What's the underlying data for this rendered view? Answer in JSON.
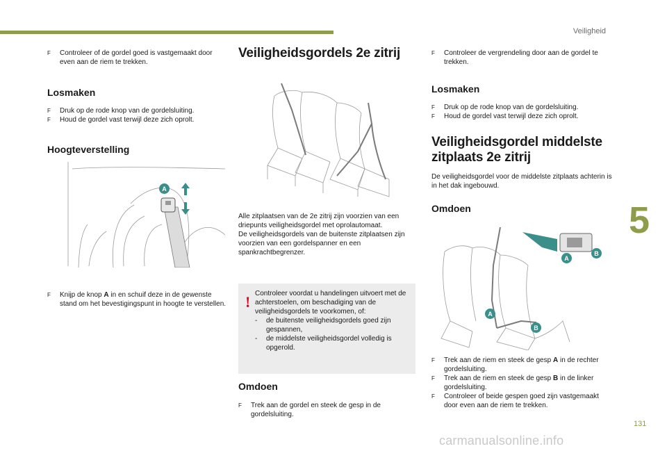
{
  "header": {
    "section": "Veiligheid"
  },
  "footer": {
    "page_number": "131",
    "watermark": "carmanualsonline.info",
    "chapter_number": "5"
  },
  "bullet_marker": "F",
  "col1": {
    "intro_bullet": "Controleer of de gordel goed is vastgemaakt door even aan de riem te trekken.",
    "losmaken": {
      "heading": "Losmaken",
      "bullets": [
        "Druk op de rode knop van de gordelsluiting.",
        "Houd de gordel vast terwijl deze zich oprolt."
      ]
    },
    "hoogte": {
      "heading": "Hoogteverstelling",
      "badge": "A",
      "bullet_pre": "Knijp de knop ",
      "bullet_bold": "A",
      "bullet_post": " in en schuif deze in de gewenste stand om het bevestigingspunt in hoogte te verstellen."
    }
  },
  "col2": {
    "heading": "Veiligheidsgordels 2e zitrij",
    "para1": "Alle zitplaatsen van de 2e zitrij zijn voorzien van een driepunts veiligheidsgordel met oprolautomaat.",
    "para2": "De veiligheidsgordels van de buitenste zitplaatsen zijn voorzien van een gordelspanner en een spankrachtbegrenzer.",
    "warning": {
      "icon": "!",
      "text": "Controleer voordat u handelingen uitvoert met de achterstoelen, om beschadiging van de veiligheidsgordels te voorkomen, of:",
      "dash": "-",
      "items": [
        "de buitenste veiligheidsgordels goed zijn gespannen,",
        "de middelste veiligheidsgordel volledig is opgerold."
      ]
    },
    "omdoen": {
      "heading": "Omdoen",
      "bullet": "Trek aan de gordel en steek de gesp in de gordelsluiting."
    }
  },
  "col3": {
    "intro_bullet": "Controleer de vergrendeling door aan de gordel te trekken.",
    "losmaken": {
      "heading": "Losmaken",
      "bullets": [
        "Druk op de rode knop van de gordelsluiting.",
        "Houd de gordel vast terwijl deze zich oprolt."
      ]
    },
    "middelste": {
      "heading_line1": "Veiligheidsgordel middelste",
      "heading_line2": "zitplaats 2e zitrij",
      "para": "De veiligheidsgordel voor de middelste zitplaats achterin is in het dak ingebouwd."
    },
    "omdoen": {
      "heading": "Omdoen",
      "badges": [
        "A",
        "B"
      ],
      "bullet1_pre": "Trek aan de riem en steek de gesp ",
      "bullet1_bold": "A",
      "bullet1_post": " in de rechter gordelsluiting.",
      "bullet2_pre": "Trek aan de riem en steek de gesp ",
      "bullet2_bold": "B",
      "bullet2_post": " in de linker gordelsluiting.",
      "bullet3": "Controleer of beide gespen goed zijn vastgemaakt door even aan de riem te trekken."
    }
  },
  "colors": {
    "accent": "#8e9c4b",
    "warning_red": "#e4001b",
    "badge": "#3a8f8a"
  }
}
